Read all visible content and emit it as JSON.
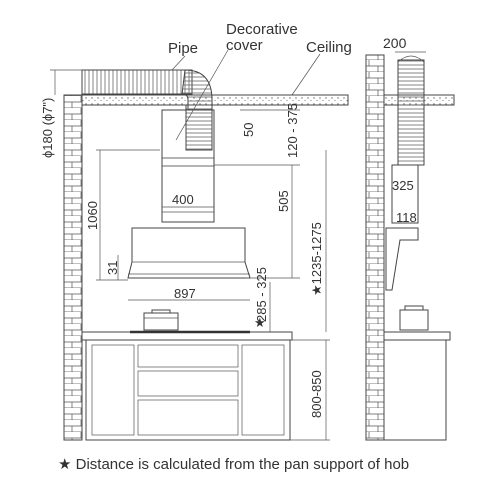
{
  "labels": {
    "pipe": "Pipe",
    "decorative_line1": "Decorative",
    "decorative_line2": "cover",
    "ceiling": "Ceiling",
    "duct_diameter": "ϕ180 (ϕ7\")",
    "side_width": "200"
  },
  "dimensions": {
    "gap_50": "50",
    "gap_120_375": "120 - 375",
    "height_1060": "1060",
    "width_400": "400",
    "height_505": "505",
    "range_1235_1275": "★1235-1275",
    "height_31": "31",
    "width_897": "897",
    "range_285_325": "285 - 325",
    "star": "★",
    "counter_800_850": "800-850",
    "side_325": "325",
    "side_118": "118"
  },
  "footnote": "★ Distance is calculated from the pan support of hob",
  "colors": {
    "line": "#444444",
    "fill": "#ffffff",
    "text": "#333333"
  }
}
